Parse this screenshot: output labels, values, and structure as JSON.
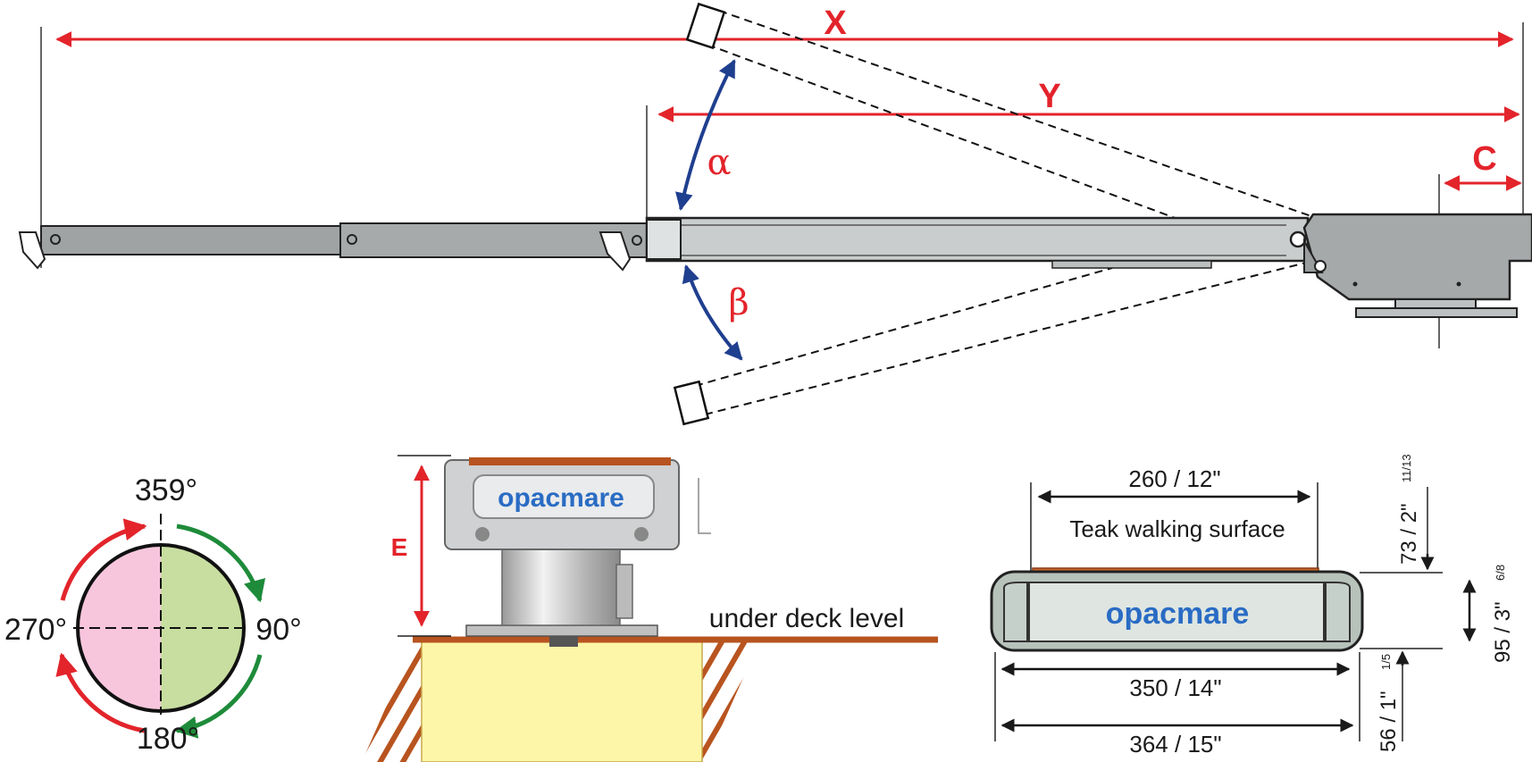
{
  "gangway_side_view": {
    "dimension_x": "X",
    "dimension_y": "Y",
    "dimension_c": "C",
    "angle_up": "α",
    "angle_down": "β"
  },
  "rotation_dial": {
    "top": "359°",
    "right": "90°",
    "bottom": "180°",
    "left": "270°",
    "colors": {
      "left_half": "#f7c6dd",
      "right_half": "#c8dea0",
      "ccw_arrow": "#e3242b",
      "cw_arrow": "#1e8b3a"
    }
  },
  "base_view": {
    "height_label": "E",
    "brand": "opacmare",
    "deck_label": "under deck level"
  },
  "cross_section": {
    "top_width": "260 / 12\"",
    "surface_label": "Teak walking surface",
    "brand": "opacmare",
    "inner_width": "350 / 14\"",
    "outer_width": "364 / 15\"",
    "height_total_label": "95 / 3\"",
    "height_total_frac": "6/8",
    "height_top_label": "73 / 2\"",
    "height_top_frac": "11/13",
    "height_bottom_label": "56 / 1\"",
    "height_bottom_frac": "1/5"
  }
}
